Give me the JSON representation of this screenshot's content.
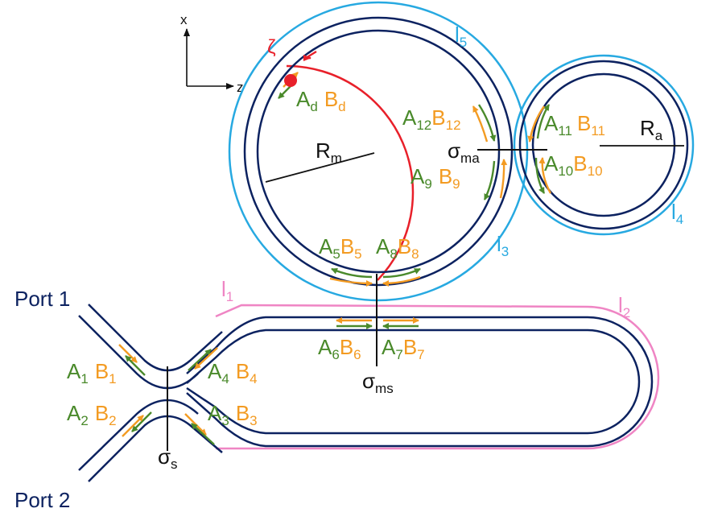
{
  "colors": {
    "waveguide": "#0c2260",
    "cyan": "#27a9e1",
    "pink": "#ef85c4",
    "red": "#e8202a",
    "green": "#4a8a2b",
    "orange": "#f39b22",
    "black": "#111111"
  },
  "axes": {
    "x": "x",
    "z": "z"
  },
  "ports": {
    "port1": "Port 1",
    "port2": "Port 2"
  },
  "zeta": "ζ",
  "sigma": "σ",
  "radius": {
    "R": "R",
    "m_sub": "m",
    "a_sub": "a"
  },
  "path_letter": "l",
  "path_subs": {
    "l1": "1",
    "l2": "2",
    "l3": "3",
    "l4": "4",
    "l5": "5"
  },
  "sigma_subs": {
    "s": "s",
    "ms": "ms",
    "ma": "ma"
  },
  "amp": {
    "A": "A",
    "B": "B"
  },
  "pairs": {
    "p1": "1",
    "p2": "2",
    "p3": "3",
    "p4": "4",
    "p5": "5",
    "p6": "6",
    "p7": "7",
    "p8": "8",
    "p9": "9",
    "p10": "10",
    "p11": "11",
    "p12": "12",
    "pd": "d"
  }
}
